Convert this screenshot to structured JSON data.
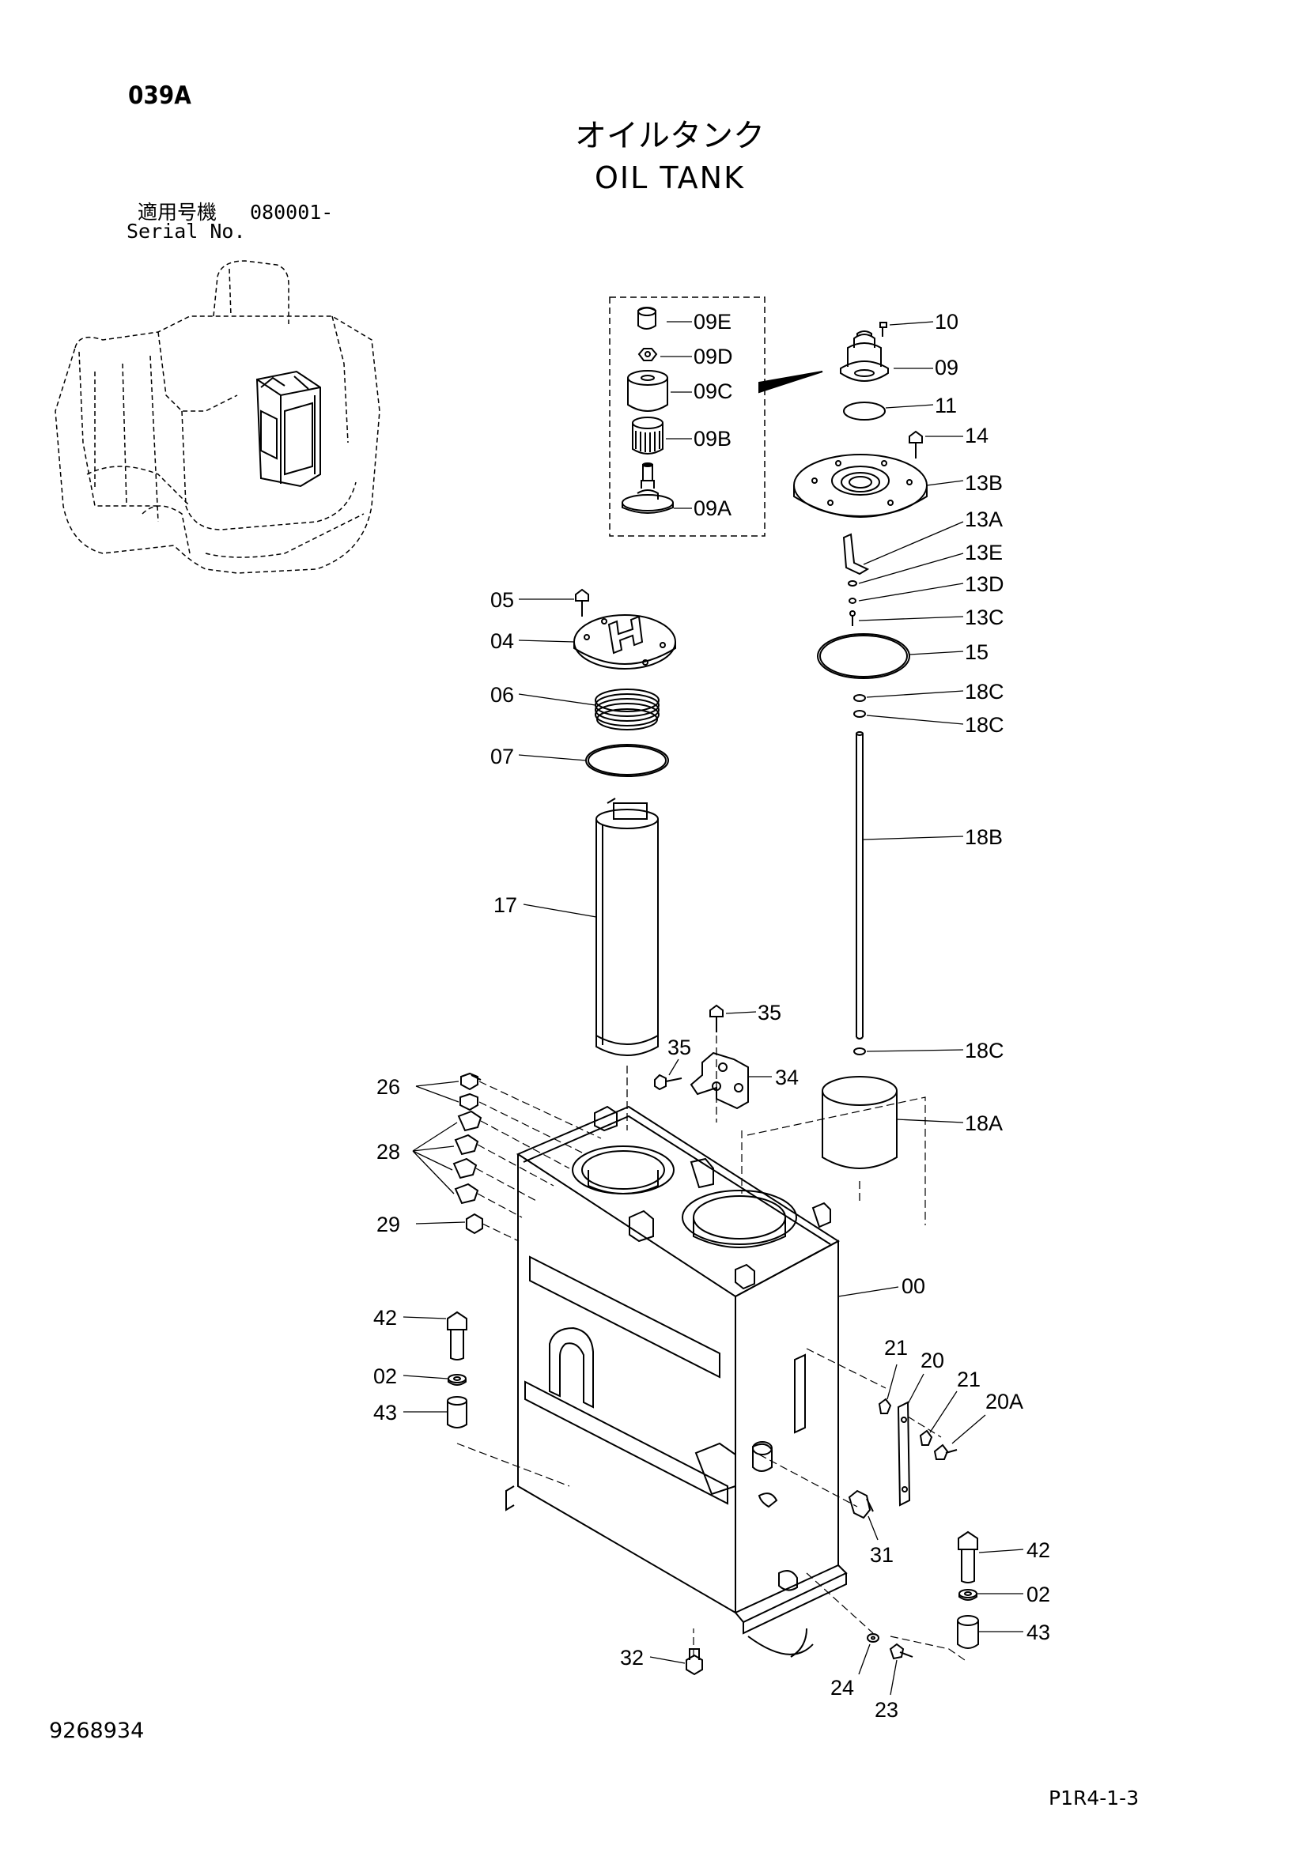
{
  "header": {
    "page_code": "039A",
    "title_ja": "オイルタンク",
    "title_en": "OIL TANK",
    "serial_label_ja": "適用号機",
    "serial_range": "080001-",
    "serial_label_en": "Serial No."
  },
  "footer": {
    "doc_number": "9268934",
    "page_ref": "P1R4-1-3"
  },
  "part_labels": {
    "p09E": "09E",
    "p09D": "09D",
    "p09C": "09C",
    "p09B": "09B",
    "p09A": "09A",
    "p10": "10",
    "p09": "09",
    "p11": "11",
    "p14": "14",
    "p13B": "13B",
    "p13A": "13A",
    "p13E": "13E",
    "p13D": "13D",
    "p13C": "13C",
    "p15": "15",
    "p18C_a": "18C",
    "p18C_b": "18C",
    "p18B": "18B",
    "p18C_c": "18C",
    "p18A": "18A",
    "p05": "05",
    "p04": "04",
    "p06": "06",
    "p07": "07",
    "p17": "17",
    "p35_a": "35",
    "p35_b": "35",
    "p34": "34",
    "p26": "26",
    "p28": "28",
    "p29": "29",
    "p00": "00",
    "p42_a": "42",
    "p02_a": "02",
    "p43_a": "43",
    "p21_a": "21",
    "p20": "20",
    "p21_b": "21",
    "p20A": "20A",
    "p31": "31",
    "p42_b": "42",
    "p02_b": "02",
    "p43_b": "43",
    "p32": "32",
    "p24": "24",
    "p23": "23"
  }
}
